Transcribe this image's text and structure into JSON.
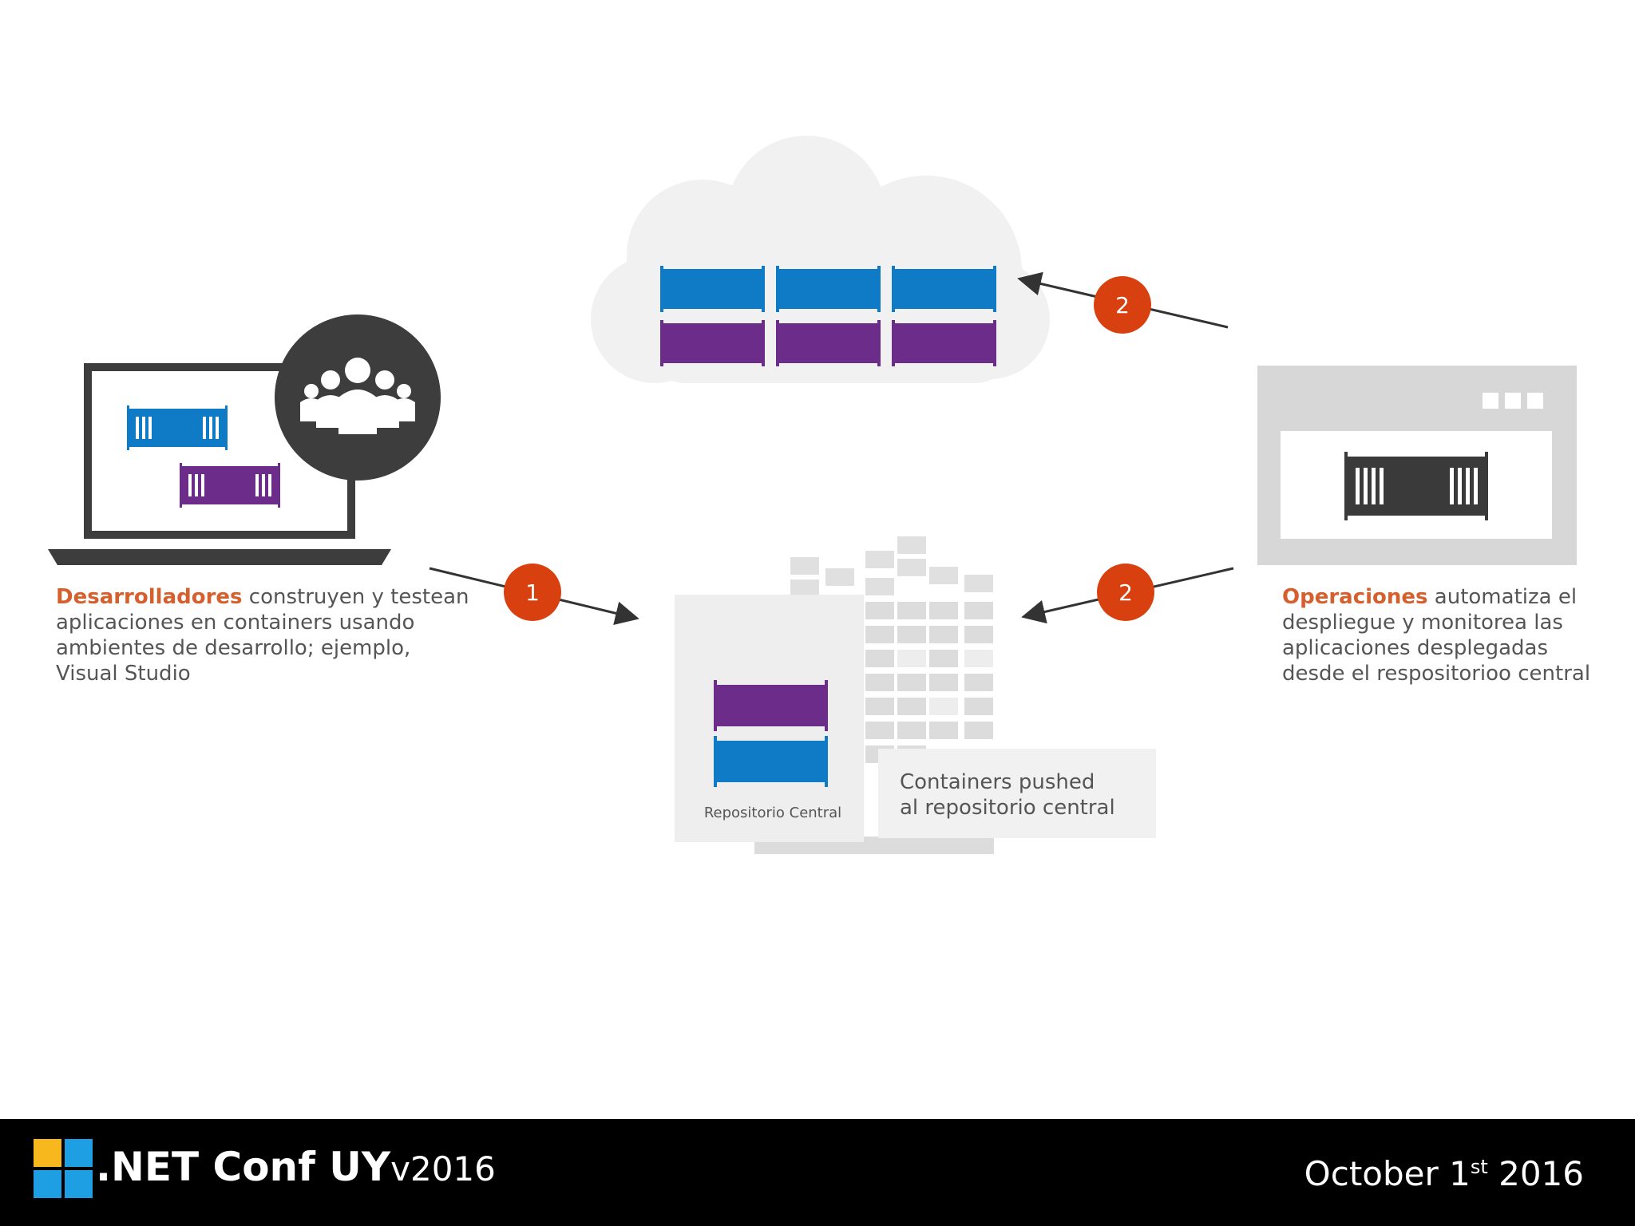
{
  "colors": {
    "accent_orange": "#d6602d",
    "step_badge": "#d8410f",
    "container_blue": "#0f7ac6",
    "container_purple": "#6c2d8a",
    "dark_gray": "#3a3a3a",
    "footer_bg": "#000000"
  },
  "developers": {
    "icon": "laptop-with-team-icon",
    "highlight": "Desarrolladores",
    "text": " construyen y testean aplicaciones en containers usando ambientes de desarrollo; ejemplo, Visual Studio"
  },
  "operations": {
    "icon": "browser-window-container-icon",
    "highlight": "Operaciones",
    "text": " automatiza el despliegue y monitorea las aplicaciones desplegadas desde el respositorioo central"
  },
  "repository": {
    "label": "Repositorio Central",
    "callout": "Containers pushed al repositorio central"
  },
  "steps": {
    "one": "1",
    "two_top": "2",
    "two_bottom": "2"
  },
  "footer": {
    "brand": ".NET Conf UY",
    "version": "v2016",
    "date_prefix": "October 1",
    "date_sup": "st",
    "date_suffix": " 2016"
  }
}
